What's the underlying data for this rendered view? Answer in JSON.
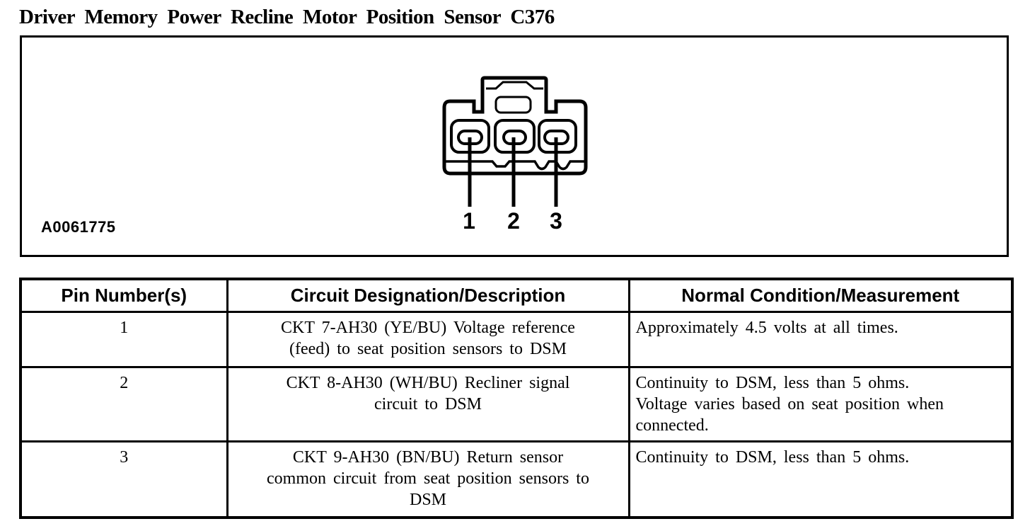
{
  "page": {
    "title": "Driver Memory Power Recline Motor Position Sensor C376"
  },
  "figure": {
    "label": "A0061775",
    "pins": [
      "1",
      "2",
      "3"
    ]
  },
  "table": {
    "headers": [
      "Pin Number(s)",
      "Circuit Designation/Description",
      "Normal Condition/Measurement"
    ],
    "rows": [
      {
        "pin": "1",
        "circuit": "CKT 7-AH30 (YE/BU) Voltage reference\n(feed) to seat position sensors to DSM",
        "condition": "Approximately 4.5 volts at all times."
      },
      {
        "pin": "2",
        "circuit": "CKT 8-AH30 (WH/BU) Recliner signal\ncircuit to DSM",
        "condition": "Continuity to DSM, less than 5 ohms.\nVoltage varies based on seat position when connected."
      },
      {
        "pin": "3",
        "circuit": "CKT 9-AH30 (BN/BU) Return sensor\ncommon circuit from seat position sensors to\nDSM",
        "condition": "Continuity to DSM, less than 5 ohms."
      }
    ]
  },
  "colors": {
    "ink": "#000000",
    "paper": "#ffffff"
  }
}
